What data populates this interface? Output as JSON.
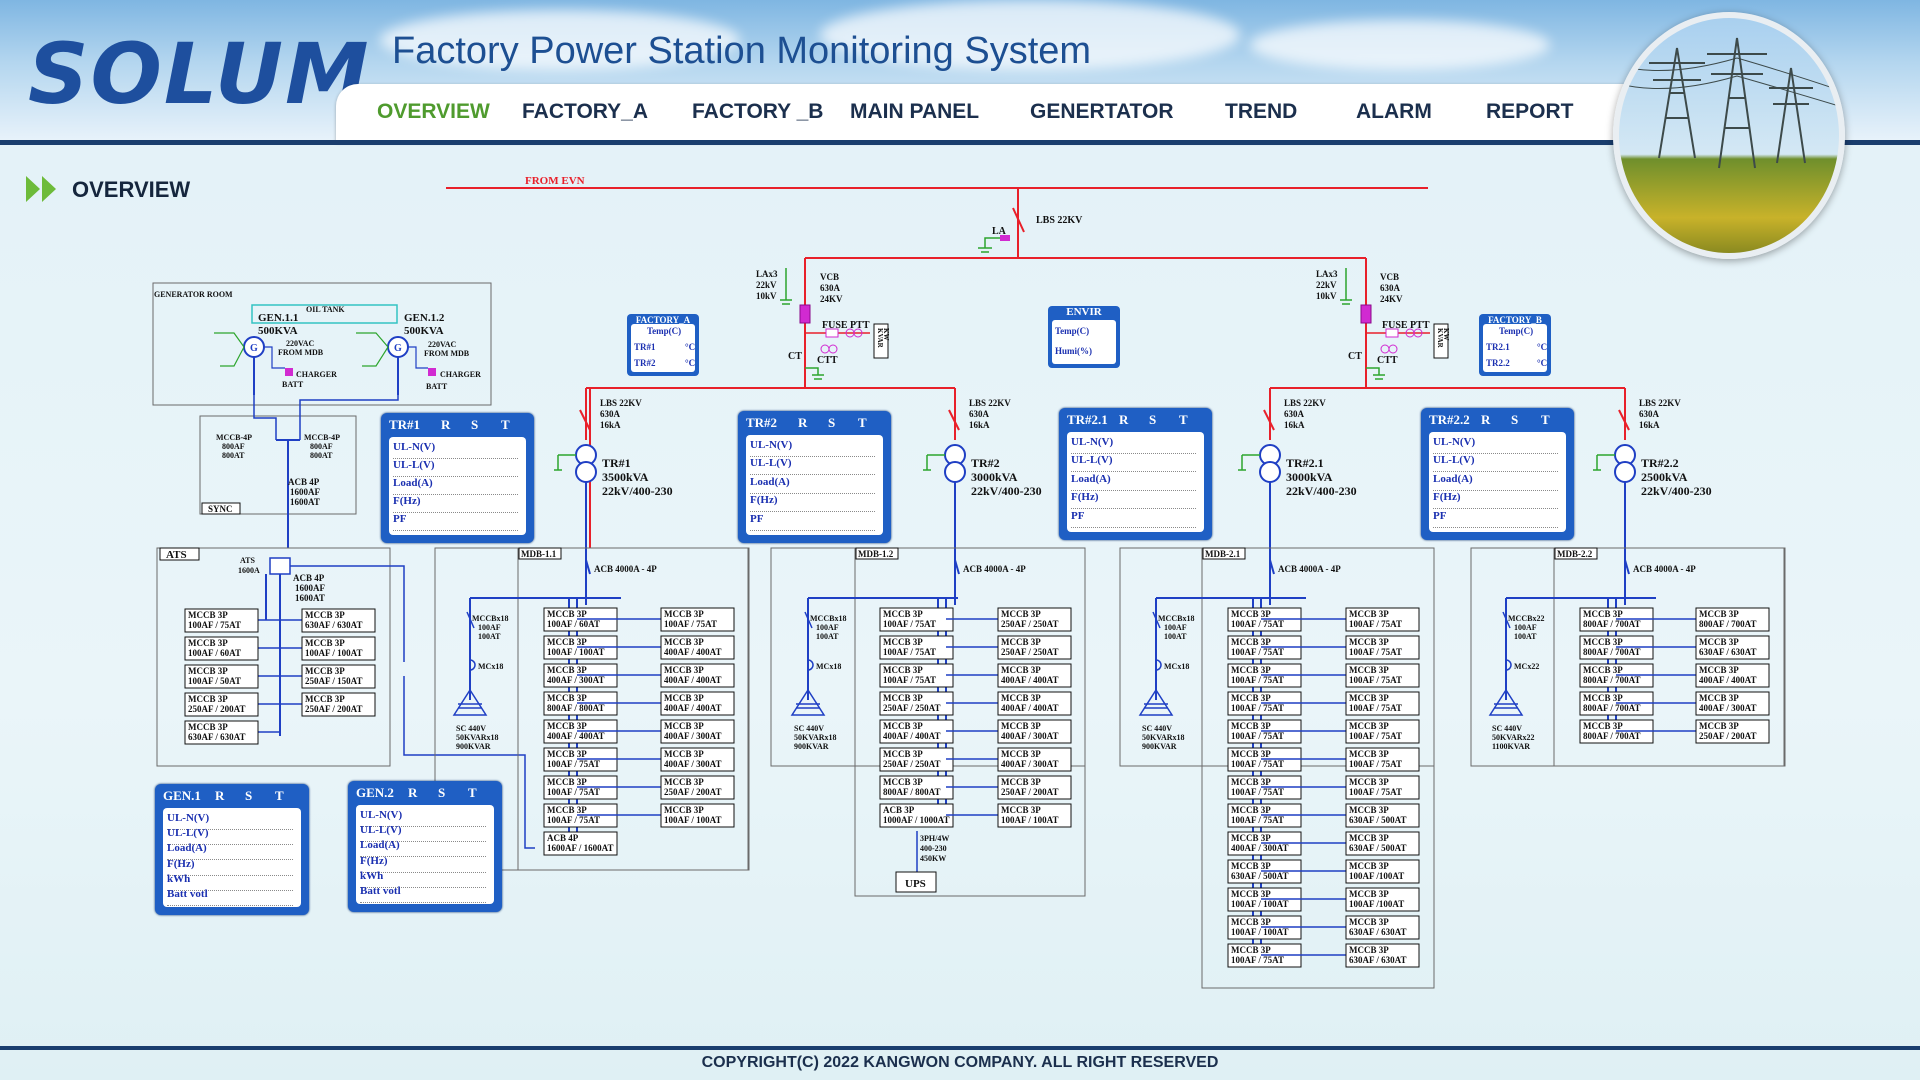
{
  "app": {
    "logo_text": "SOLUM",
    "title": "Factory Power Station Monitoring System"
  },
  "nav": {
    "items": [
      {
        "label": "OVERVIEW",
        "active": true
      },
      {
        "label": "FACTORY_A",
        "active": false
      },
      {
        "label": "FACTORY _B",
        "active": false
      },
      {
        "label": "MAIN PANEL",
        "active": false
      },
      {
        "label": "GENERTATOR",
        "active": false
      },
      {
        "label": "TREND",
        "active": false
      },
      {
        "label": "ALARM",
        "active": false
      },
      {
        "label": "REPORT",
        "active": false
      }
    ]
  },
  "section_title": "OVERVIEW",
  "footer": "COPYRIGHT(C) 2022 KANGWON COMPANY. ALL RIGHT RESERVED",
  "colors": {
    "accent": "#4f9b2e",
    "brand": "#1e4f9e",
    "busbar": "#e8202a",
    "panel": "#1f5fc4",
    "feeder": "#1a2fb0"
  },
  "diagram": {
    "from_evn": "FROM EVN",
    "lbs_main": "LBS 22KV",
    "la": "LA",
    "sides": [
      {
        "lax3": [
          "LAx3",
          "22kV",
          "10kV"
        ],
        "vcb": [
          "VCB",
          "630A",
          "24KV"
        ],
        "fuse_ptt": "FUSE PTT",
        "ct": "CT",
        "ctt": "CTT",
        "kwh": [
          "KW",
          "KVAR",
          "KWH"
        ]
      },
      {
        "lax3": [
          "LAx3",
          "22kV",
          "10kV"
        ],
        "vcb": [
          "VCB",
          "630A",
          "24KV"
        ],
        "fuse_ptt": "FUSE PTT",
        "ct": "CT",
        "ctt": "CTT",
        "kwh": [
          "KW",
          "KVAR",
          "KWH"
        ]
      }
    ],
    "temp_boxes": [
      {
        "title": "FACTORY_A",
        "label": "Temp(C)",
        "rows": [
          "TR#1",
          "TR#2"
        ],
        "unit": "°C"
      },
      {
        "title": "ENVIR",
        "rows": [
          "Temp(C)",
          "Humi(%)"
        ]
      },
      {
        "title": "FACTORY_B",
        "label": "Temp(C)",
        "rows": [
          "TR2.1",
          "TR2.2"
        ],
        "unit": "°C"
      }
    ],
    "generator_room": {
      "title": "GENERATOR ROOM",
      "oil_tank": "OIL TANK",
      "gens": [
        {
          "name": "GEN.1.1",
          "kva": "500KVA",
          "supply": [
            "220VAC",
            "FROM MDB"
          ],
          "charger": "CHARGER",
          "batt": "BATT"
        },
        {
          "name": "GEN.1.2",
          "kva": "500KVA",
          "supply": [
            "220VAC",
            "FROM MDB"
          ],
          "charger": "CHARGER",
          "batt": "BATT"
        }
      ],
      "mccb_left": [
        "MCCB-4P",
        "800AF",
        "800AT"
      ],
      "mccb_right": [
        "MCCB-4P",
        "800AF",
        "800AT"
      ],
      "acb": [
        "ACB 4P",
        "1600AF",
        "1600AT"
      ],
      "sync": "SYNC"
    },
    "ats": {
      "title": "ATS",
      "switch": [
        "ATS",
        "1600A"
      ],
      "acb": [
        "ACB 4P",
        "1600AF",
        "1600AT"
      ],
      "left": [
        [
          "MCCB 3P",
          "100AF / 75AT"
        ],
        [
          "MCCB 3P",
          "100AF / 60AT"
        ],
        [
          "MCCB 3P",
          "100AF / 50AT"
        ],
        [
          "MCCB 3P",
          "250AF / 200AT"
        ],
        [
          "MCCB 3P",
          "630AF / 630AT"
        ]
      ],
      "right": [
        [
          "MCCB 3P",
          "630AF / 630AT"
        ],
        [
          "MCCB 3P",
          "100AF / 100AT"
        ],
        [
          "MCCB 3P",
          "250AF / 150AT"
        ],
        [
          "MCCB 3P",
          "250AF / 200AT"
        ]
      ]
    },
    "transformers": [
      {
        "lbs": [
          "LBS 22KV",
          "630A",
          "16kA"
        ],
        "name": "TR#1",
        "kva": "3500kVA",
        "ratio": "22kV/400-230"
      },
      {
        "lbs": [
          "LBS 22KV",
          "630A",
          "16kA"
        ],
        "name": "TR#2",
        "kva": "3000kVA",
        "ratio": "22kV/400-230"
      },
      {
        "lbs": [
          "LBS 22KV",
          "630A",
          "16kA"
        ],
        "name": "TR#2.1",
        "kva": "3000kVA",
        "ratio": "22kV/400-230"
      },
      {
        "lbs": [
          "LBS 22KV",
          "630A",
          "16kA"
        ],
        "name": "TR#2.2",
        "kva": "2500kVA",
        "ratio": "22kV/400-230"
      }
    ],
    "meters": [
      {
        "name": "TR#1",
        "phases": [
          "R",
          "S",
          "T"
        ],
        "rows": [
          "UL-N(V)",
          "UL-L(V)",
          "Load(A)",
          "F(Hz)",
          "PF"
        ]
      },
      {
        "name": "TR#2",
        "phases": [
          "R",
          "S",
          "T"
        ],
        "rows": [
          "UL-N(V)",
          "UL-L(V)",
          "Load(A)",
          "F(Hz)",
          "PF"
        ]
      },
      {
        "name": "TR#2.1",
        "phases": [
          "R",
          "S",
          "T"
        ],
        "rows": [
          "UL-N(V)",
          "UL-L(V)",
          "Load(A)",
          "F(Hz)",
          "PF"
        ]
      },
      {
        "name": "TR#2.2",
        "phases": [
          "R",
          "S",
          "T"
        ],
        "rows": [
          "UL-N(V)",
          "UL-L(V)",
          "Load(A)",
          "F(Hz)",
          "PF"
        ]
      },
      {
        "name": "GEN.1",
        "phases": [
          "R",
          "S",
          "T"
        ],
        "rows": [
          "UL-N(V)",
          "UL-L(V)",
          "Load(A)",
          "F(Hz)",
          "kWh",
          "Batt votl"
        ]
      },
      {
        "name": "GEN.2",
        "phases": [
          "R",
          "S",
          "T"
        ],
        "rows": [
          "UL-N(V)",
          "UL-L(V)",
          "Load(A)",
          "F(Hz)",
          "kWh",
          "Batt votl"
        ]
      }
    ],
    "mdbs": [
      {
        "name": "MDB-1.1",
        "acb": "ACB 4000A - 4P",
        "mccb_cap": [
          "MCCBx18",
          "100AF",
          "100AT"
        ],
        "mc": "MCx18",
        "sc": [
          "SC 440V",
          "50KVARx18",
          "900KVAR"
        ],
        "left": [
          [
            "MCCB 3P",
            "100AF / 60AT"
          ],
          [
            "MCCB 3P",
            "100AF / 100AT"
          ],
          [
            "MCCB 3P",
            "400AF / 300AT"
          ],
          [
            "MCCB 3P",
            "800AF / 800AT"
          ],
          [
            "MCCB 3P",
            "400AF / 400AT"
          ],
          [
            "MCCB 3P",
            "100AF / 75AT"
          ],
          [
            "MCCB 3P",
            "100AF / 75AT"
          ],
          [
            "MCCB 3P",
            "100AF / 75AT"
          ],
          [
            "ACB 4P",
            "1600AF / 1600AT"
          ]
        ],
        "right": [
          [
            "MCCB 3P",
            "100AF / 75AT"
          ],
          [
            "MCCB 3P",
            "400AF / 400AT"
          ],
          [
            "MCCB 3P",
            "400AF / 400AT"
          ],
          [
            "MCCB 3P",
            "400AF / 400AT"
          ],
          [
            "MCCB 3P",
            "400AF / 300AT"
          ],
          [
            "MCCB 3P",
            "400AF / 300AT"
          ],
          [
            "MCCB 3P",
            "250AF / 200AT"
          ],
          [
            "MCCB 3P",
            "100AF / 100AT"
          ]
        ]
      },
      {
        "name": "MDB-1.2",
        "acb": "ACB 4000A - 4P",
        "mccb_cap": [
          "MCCBx18",
          "100AF",
          "100AT"
        ],
        "mc": "MCx18",
        "sc": [
          "SC 440V",
          "50KVARx18",
          "900KVAR"
        ],
        "left": [
          [
            "MCCB 3P",
            "100AF / 75AT"
          ],
          [
            "MCCB 3P",
            "100AF / 75AT"
          ],
          [
            "MCCB 3P",
            "100AF / 75AT"
          ],
          [
            "MCCB 3P",
            "250AF / 250AT"
          ],
          [
            "MCCB 3P",
            "400AF / 400AT"
          ],
          [
            "MCCB 3P",
            "250AF / 250AT"
          ],
          [
            "MCCB 3P",
            "800AF / 800AT"
          ],
          [
            "ACB 3P",
            "1000AF / 1000AT"
          ]
        ],
        "right": [
          [
            "MCCB 3P",
            "250AF / 250AT"
          ],
          [
            "MCCB 3P",
            "250AF / 250AT"
          ],
          [
            "MCCB 3P",
            "400AF / 400AT"
          ],
          [
            "MCCB 3P",
            "400AF / 400AT"
          ],
          [
            "MCCB 3P",
            "400AF / 300AT"
          ],
          [
            "MCCB 3P",
            "400AF / 300AT"
          ],
          [
            "MCCB 3P",
            "250AF / 200AT"
          ],
          [
            "MCCB 3P",
            "100AF / 100AT"
          ]
        ],
        "ups_spec": [
          "3PH/4W",
          "400-230",
          "450KW"
        ],
        "ups": "UPS"
      },
      {
        "name": "MDB-2.1",
        "acb": "ACB 4000A - 4P",
        "mccb_cap": [
          "MCCBx18",
          "100AF",
          "100AT"
        ],
        "mc": "MCx18",
        "sc": [
          "SC 440V",
          "50KVARx18",
          "900KVAR"
        ],
        "left": [
          [
            "MCCB 3P",
            "100AF / 75AT"
          ],
          [
            "MCCB 3P",
            "100AF / 75AT"
          ],
          [
            "MCCB 3P",
            "100AF / 75AT"
          ],
          [
            "MCCB 3P",
            "100AF / 75AT"
          ],
          [
            "MCCB 3P",
            "100AF / 75AT"
          ],
          [
            "MCCB 3P",
            "100AF / 75AT"
          ],
          [
            "MCCB 3P",
            "100AF / 75AT"
          ],
          [
            "MCCB 3P",
            "100AF / 75AT"
          ],
          [
            "MCCB 3P",
            "400AF / 300AT"
          ],
          [
            "MCCB 3P",
            "630AF / 500AT"
          ],
          [
            "MCCB 3P",
            "100AF / 100AT"
          ],
          [
            "MCCB 3P",
            "100AF / 100AT"
          ],
          [
            "MCCB 3P",
            "100AF / 75AT"
          ]
        ],
        "right": [
          [
            "MCCB 3P",
            "100AF / 75AT"
          ],
          [
            "MCCB 3P",
            "100AF / 75AT"
          ],
          [
            "MCCB 3P",
            "100AF / 75AT"
          ],
          [
            "MCCB 3P",
            "100AF / 75AT"
          ],
          [
            "MCCB 3P",
            "100AF / 75AT"
          ],
          [
            "MCCB 3P",
            "100AF / 75AT"
          ],
          [
            "MCCB 3P",
            "100AF / 75AT"
          ],
          [
            "MCCB 3P",
            "630AF / 500AT"
          ],
          [
            "MCCB 3P",
            "630AF / 500AT"
          ],
          [
            "MCCB 3P",
            "100AF /100AT"
          ],
          [
            "MCCB 3P",
            "100AF /100AT"
          ],
          [
            "MCCB 3P",
            "630AF / 630AT"
          ],
          [
            "MCCB 3P",
            "630AF / 630AT"
          ]
        ]
      },
      {
        "name": "MDB-2.2",
        "acb": "ACB 4000A - 4P",
        "mccb_cap": [
          "MCCBx22",
          "100AF",
          "100AT"
        ],
        "mc": "MCx22",
        "sc": [
          "SC 440V",
          "50KVARx22",
          "1100KVAR"
        ],
        "left": [
          [
            "MCCB 3P",
            "800AF / 700AT"
          ],
          [
            "MCCB 3P",
            "800AF / 700AT"
          ],
          [
            "MCCB 3P",
            "800AF / 700AT"
          ],
          [
            "MCCB 3P",
            "800AF / 700AT"
          ],
          [
            "MCCB 3P",
            "800AF / 700AT"
          ]
        ],
        "right": [
          [
            "MCCB 3P",
            "800AF / 700AT"
          ],
          [
            "MCCB 3P",
            "630AF / 630AT"
          ],
          [
            "MCCB 3P",
            "400AF / 400AT"
          ],
          [
            "MCCB 3P",
            "400AF / 300AT"
          ],
          [
            "MCCB 3P",
            "250AF / 200AT"
          ]
        ]
      }
    ]
  }
}
